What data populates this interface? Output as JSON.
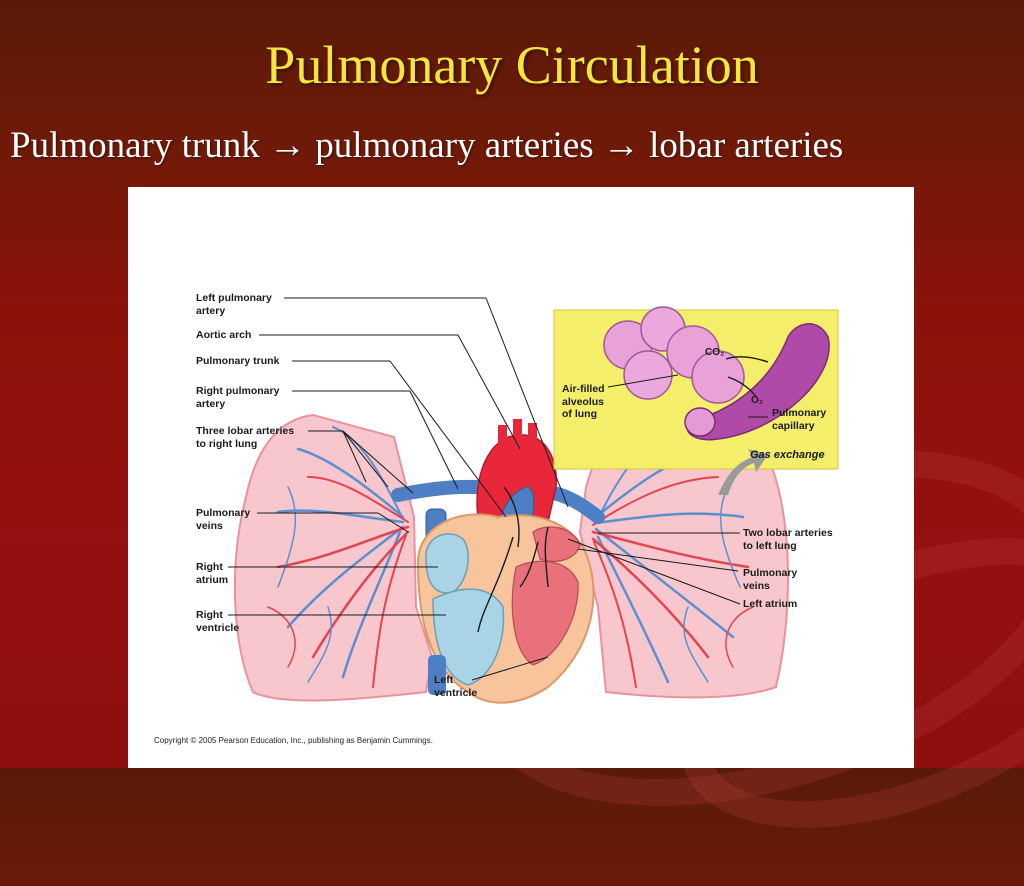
{
  "slide": {
    "title": "Pulmonary Circulation",
    "subtitle": "Pulmonary trunk → pulmonary arteries → lobar arteries"
  },
  "figure": {
    "labels_left": [
      "Left pulmonary\nartery",
      "Aortic arch",
      "Pulmonary trunk",
      "Right pulmonary\nartery",
      "Three lobar arteries\nto right lung",
      "Pulmonary\nveins",
      "Right\natrium",
      "Right\nventricle"
    ],
    "label_bottom": "Left\nventricle",
    "labels_right": [
      "Two lobar arteries\nto left lung",
      "Pulmonary\nveins",
      "Left atrium"
    ],
    "inset": {
      "alveolus_label": "Air-filled\nalveolus\nof lung",
      "capillary_label": "Pulmonary\ncapillary",
      "co2": "CO₂",
      "o2": "O₂",
      "caption": "Gas exchange"
    },
    "copyright": "Copyright © 2005 Pearson Education, Inc., publishing as Benjamin Cummings.",
    "colors": {
      "artery_blue": "#5b8fd0",
      "vein_red": "#e24550",
      "lung_pink": "#f7c6cc",
      "heart_red": "#e8283a",
      "inset_yellow": "#f4ee6a"
    }
  }
}
